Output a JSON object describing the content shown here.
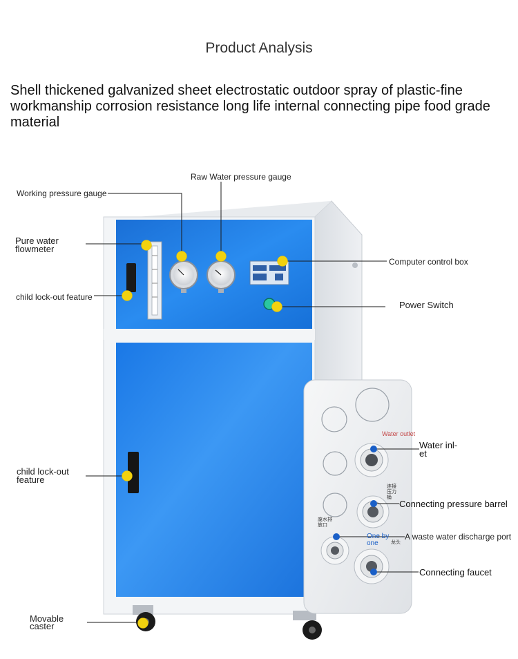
{
  "header": {
    "title": "Product Analysis",
    "description": "Shell thickened galvanized sheet electrostatic outdoor spray of plastic-fine workmanship corrosion resistance long life internal connecting pipe food grade material"
  },
  "callouts": {
    "raw_water_gauge": "Raw Water pressure gauge",
    "working_gauge": "Working pressure gauge",
    "pure_water_flowmeter_line1": "Pure water",
    "pure_water_flowmeter_line2": "flowmeter",
    "child_lock_top": "child lock-out feature",
    "computer_control_box": "Computer control box",
    "power_switch": "Power Switch",
    "child_lock_bottom_line1": "child lock-out",
    "child_lock_bottom_line2": "feature",
    "movable_caster_line1": "Movable",
    "movable_caster_line2": "caster"
  },
  "inset": {
    "water_outlet": "Water outlet",
    "water_inlet_line1": "Water inl-",
    "water_inlet_line2": "et",
    "connecting_pressure_barrel": "Connecting pressure barrel",
    "one_by_one_line1": "One by",
    "one_by_one_line2": "one",
    "waste_water_discharge": "A waste water discharge port",
    "connecting_faucet": "Connecting faucet",
    "cn_pressure_barrel": "连接压力桶",
    "cn_waste_port": "废水排放口",
    "cn_faucet": "龙头"
  },
  "colors": {
    "panel_blue": "#1e7fe3",
    "marker_yellow": "#f2d20f",
    "marker_blue": "#1a5fc7",
    "frame_white": "#f4f6f8"
  }
}
